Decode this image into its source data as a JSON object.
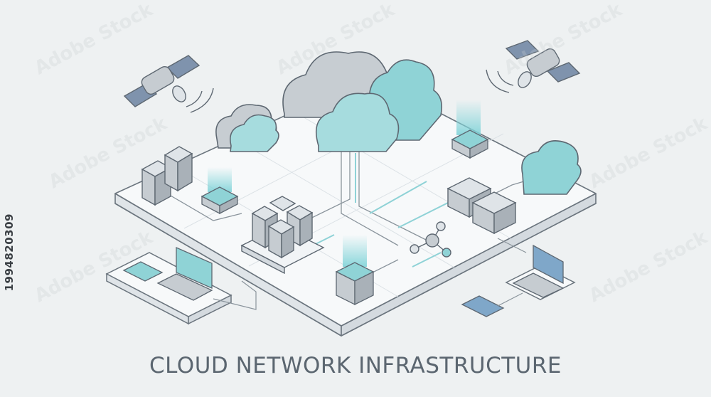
{
  "title": "CLOUD NETWORK INFRASTRUCTURE",
  "stock_id": "1994820309",
  "watermark": "Adobe Stock",
  "colors": {
    "background": "#eef1f2",
    "outline": "#5e6872",
    "teal": "#8fd3d6",
    "teal_dark": "#5fb8bd",
    "gray": "#c6ccd1",
    "platform": "#f7f9fa"
  },
  "icons": [
    "satellite-icon",
    "cloud-icon",
    "server-rack-icon",
    "laptop-icon",
    "smartphone-icon",
    "network-node-icon",
    "hologram-pad-icon"
  ]
}
